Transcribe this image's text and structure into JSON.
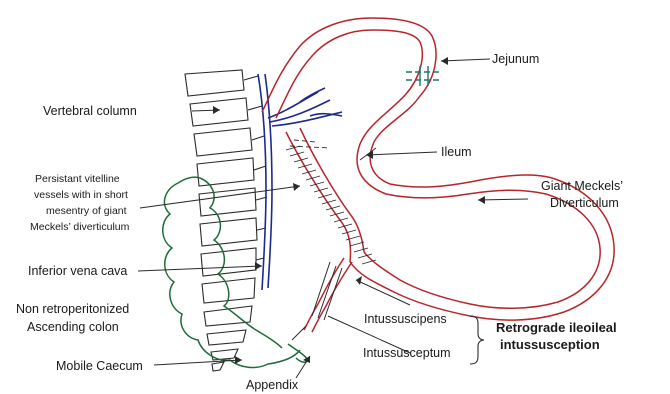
{
  "labels": {
    "jejunum": "Jejunum",
    "vertebral_column": "Vertebral column",
    "ileum": "Ileum",
    "vitelline_line1": "Persistant vitelline",
    "vitelline_line2": "vessels with in short",
    "vitelline_line3": "mesentry of giant",
    "vitelline_line4": "Meckels’ diverticulum",
    "giant_meckels_line1": "Giant Meckels’",
    "giant_meckels_line2": "Diverticulum",
    "inferior_vena_cava": "Inferior vena cava",
    "non_retro_line1": "Non retroperitonized",
    "non_retro_line2": "Ascending colon",
    "intussuscipens": "Intussuscipens",
    "intussusceptum": "Intussusceptum",
    "retrograde_line1": "Retrograde ileoileal",
    "retrograde_line2": "intussusception",
    "mobile_caecum": "Mobile Caecum",
    "appendix": "Appendix"
  },
  "colors": {
    "bowel": "#b8252a",
    "ivc": "#1c2a8c",
    "colon": "#1f6b3a",
    "ink": "#2a2a2a",
    "jejunum_mark": "#1a7a6a"
  }
}
